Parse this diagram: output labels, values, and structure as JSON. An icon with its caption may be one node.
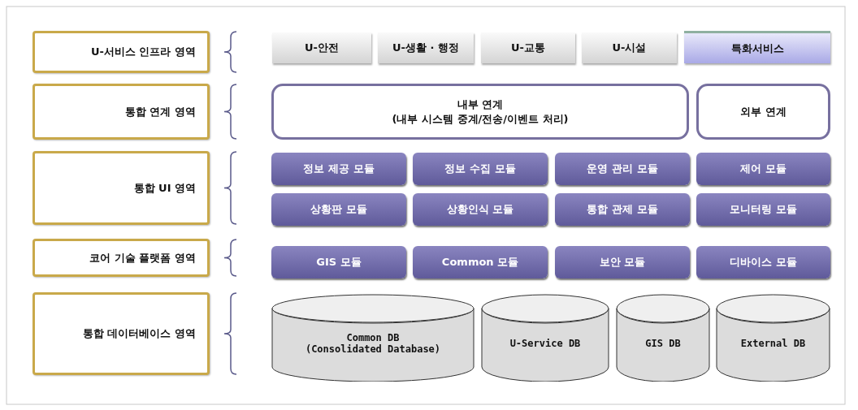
{
  "diagram": {
    "nodes": [
      {
        "text": [
          "U-서비스 인프라 영역"
        ]
      },
      {
        "text": [
          "U-안전"
        ]
      },
      {
        "text": [
          "U-생활 · 행정"
        ]
      },
      {
        "text": [
          "U-교통"
        ]
      },
      {
        "text": [
          "U-시설"
        ]
      },
      {
        "text": [
          "특화서비스"
        ]
      },
      {
        "text": [
          "통합 연계 영역"
        ]
      },
      {
        "text": [
          "내부 연계",
          "(내부 시스템 중계/전송/이벤트 처리)"
        ]
      },
      {
        "text": [
          "외부 연계"
        ]
      },
      {
        "text": [
          "통합 UI 영역"
        ]
      },
      {
        "text": [
          "정보 제공 모듈"
        ]
      },
      {
        "text": [
          "정보 수집 모듈"
        ]
      },
      {
        "text": [
          "운영 관리 모듈"
        ]
      },
      {
        "text": [
          "제어 모듈"
        ]
      },
      {
        "text": [
          "상황판 모듈"
        ]
      },
      {
        "text": [
          "상황인식 모듈"
        ]
      },
      {
        "text": [
          "통합 관제 모듈"
        ]
      },
      {
        "text": [
          "모니터링 모듈"
        ]
      },
      {
        "text": [
          "코어 기술 플랫폼 영역"
        ]
      },
      {
        "text": [
          "GIS 모듈"
        ]
      },
      {
        "text": [
          "Common 모듈"
        ]
      },
      {
        "text": [
          "보안 모듈"
        ]
      },
      {
        "text": [
          "디바이스 모듈"
        ]
      },
      {
        "text": [
          "통합 데이터베이스 영역"
        ]
      },
      {
        "text": [
          "Common DB",
          "(Consolidated Database)"
        ]
      },
      {
        "text": [
          "U-Service DB"
        ]
      },
      {
        "text": [
          "GIS DB"
        ]
      },
      {
        "text": [
          "External DB"
        ]
      }
    ],
    "edges": []
  }
}
